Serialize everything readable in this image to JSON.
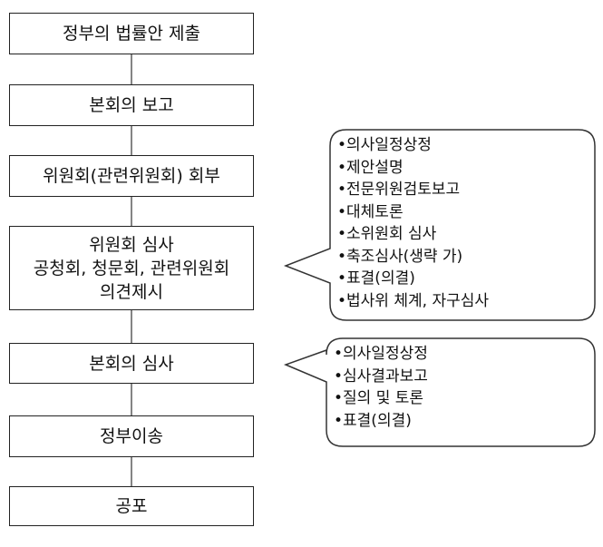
{
  "flow": {
    "steps": [
      {
        "lines": [
          "정부의 법률안 제출"
        ]
      },
      {
        "lines": [
          "본회의 보고"
        ]
      },
      {
        "lines": [
          "위원회(관련위원회) 회부"
        ]
      },
      {
        "lines": [
          "위원회 심사",
          "공청회, 청문회, 관련위원회",
          "의견제시"
        ]
      },
      {
        "lines": [
          "본회의 심사"
        ]
      },
      {
        "lines": [
          "정부이송"
        ]
      },
      {
        "lines": [
          "공포"
        ]
      }
    ]
  },
  "callouts": {
    "committee_review": {
      "items": [
        "•의사일정상정",
        "•제안설명",
        "•전문위원검토보고",
        "•대체토론",
        "•소위원회 심사",
        "•축조심사(생략 가)",
        "•표결(의결)",
        "•법사위 체계, 자구심사"
      ]
    },
    "plenary_review": {
      "items": [
        "•의사일정상정",
        "•심사결과보고",
        "•질의 및 토론",
        "•표결(의결)"
      ]
    }
  }
}
